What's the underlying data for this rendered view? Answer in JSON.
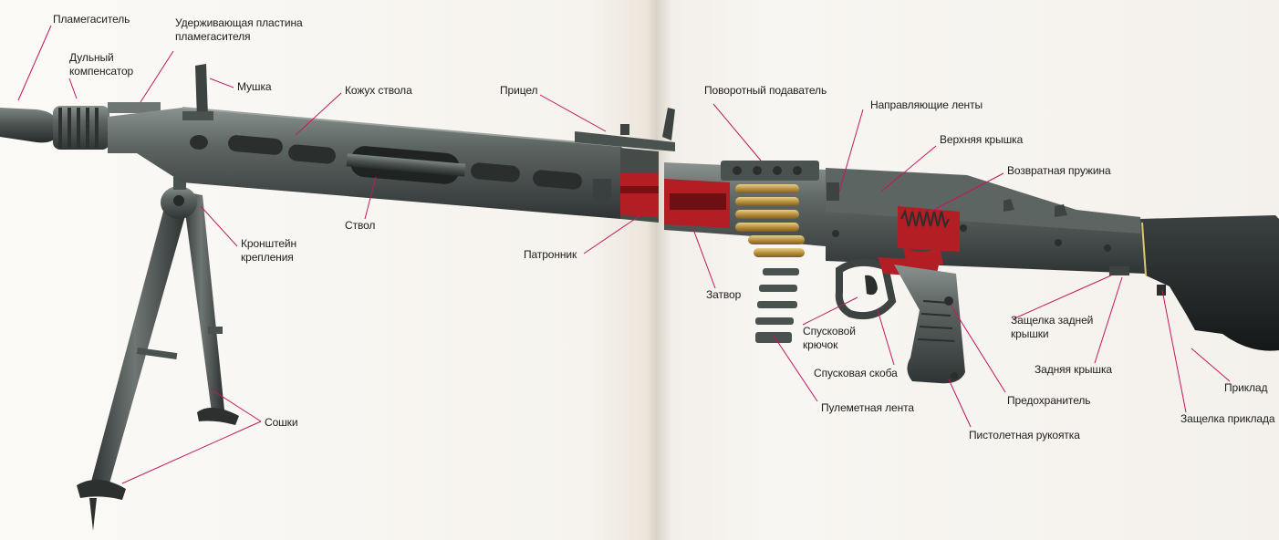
{
  "colors": {
    "metal_dark": "#3c4341",
    "metal_mid": "#5a6260",
    "metal_light": "#7d8583",
    "cutaway_red": "#b31d24",
    "brass": "#c9a45a",
    "leader": "#c2185b",
    "stock": "#1f2222"
  },
  "labels": {
    "flash_hider": "Пламегаситель",
    "retaining_plate": "Удерживающая пластина пламегасителя",
    "muzzle_compensator": "Дульный компенсатор",
    "front_sight": "Мушка",
    "barrel_jacket": "Кожух ствола",
    "rear_sight": "Прицел",
    "rotary_feed": "Поворотный подаватель",
    "belt_guides": "Направляющие ленты",
    "top_cover": "Верхняя крышка",
    "return_spring": "Возвратная пружина",
    "bipod_bracket": "Кронштейн крепления",
    "barrel": "Ствол",
    "chamber": "Патронник",
    "bolt": "Затвор",
    "trigger": "Спусковой крючок",
    "trigger_guard": "Спусковая скоба",
    "ammo_belt": "Пулеметная лента",
    "rear_cover_latch": "Защелка задней крышки",
    "rear_cover": "Задняя крышка",
    "safety": "Предохранитель",
    "pistol_grip": "Пистолетная рукоятка",
    "stock": "Приклад",
    "stock_latch": "Защелка приклада",
    "bipod_legs": "Сошки"
  }
}
